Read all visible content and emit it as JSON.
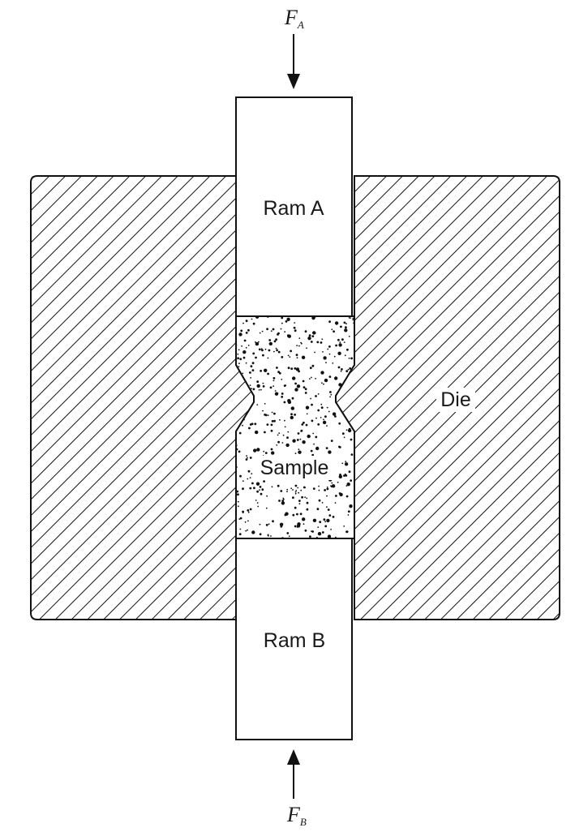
{
  "labels": {
    "ram_a": "Ram A",
    "ram_b": "Ram B",
    "die": "Die",
    "sample": "Sample"
  },
  "forces": {
    "top": {
      "symbol": "F",
      "subscript": "A",
      "direction": "down"
    },
    "bottom": {
      "symbol": "F",
      "subscript": "B",
      "direction": "up"
    }
  },
  "colors": {
    "line": "#111111",
    "background": "#ffffff"
  }
}
